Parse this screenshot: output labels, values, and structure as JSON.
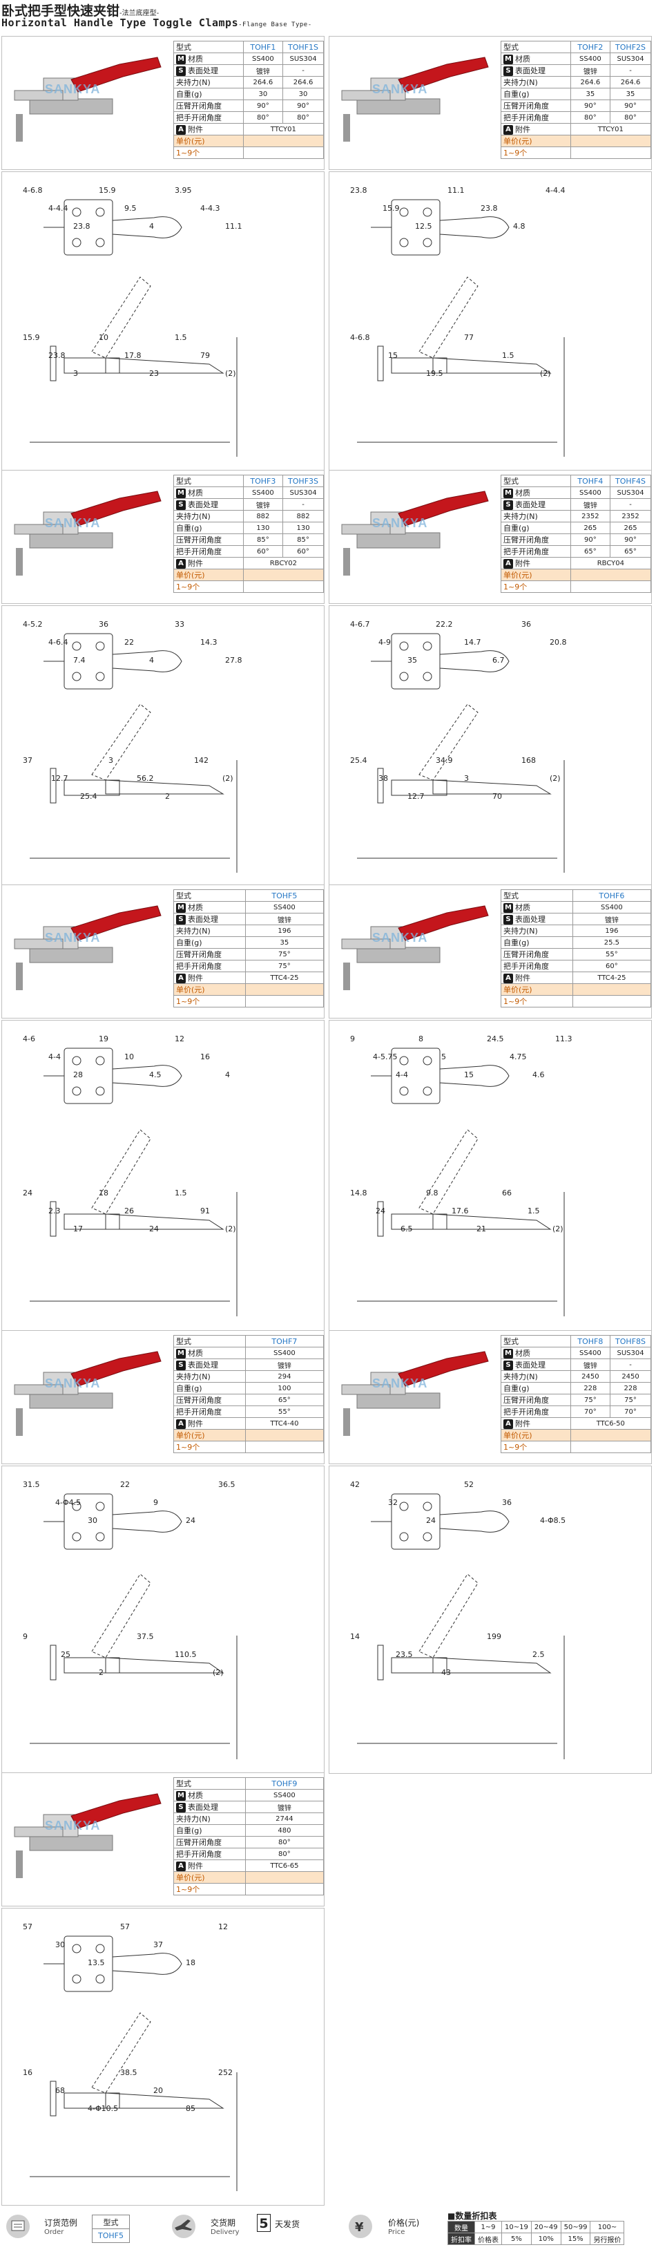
{
  "header": {
    "title_cn": "卧式把手型快速夹钳",
    "title_cn_sub": "-法兰底座型-",
    "title_en": "Horizontal Handle Type Toggle Clamps",
    "title_en_sub": "-Flange Base Type-"
  },
  "brand_watermark": "SANKYA",
  "spec_labels": {
    "type": "型式",
    "material": "材质",
    "surface": "表面处理",
    "force": "夹持力(N)",
    "weight": "自重(g)",
    "arm_angle": "压臂开闭角度",
    "handle_angle": "把手开闭角度",
    "accessory": "附件",
    "price": "单价(元)",
    "qty": "1~9个"
  },
  "badges": {
    "material": "M",
    "surface": "S",
    "accessory": "A"
  },
  "products": [
    {
      "id": "p1",
      "types": [
        "TOHF1",
        "TOHF1S"
      ],
      "material": [
        "SS400",
        "SUS304"
      ],
      "surface": [
        "镀锌",
        "-"
      ],
      "force": [
        "264.6",
        "264.6"
      ],
      "weight": [
        "30",
        "30"
      ],
      "arm_angle": [
        "90°",
        "90°"
      ],
      "handle_angle": [
        "80°",
        "80°"
      ],
      "accessory": "TTCY01",
      "dims": [
        "4-6.8",
        "4-4.4",
        "23.8",
        "15.9",
        "9.5",
        "4",
        "3.95",
        "4-4.3",
        "11.1",
        "15.9",
        "23.8",
        "3",
        "10",
        "17.8",
        "23",
        "1.5",
        "79",
        "(2)"
      ]
    },
    {
      "id": "p2",
      "types": [
        "TOHF2",
        "TOHF2S"
      ],
      "material": [
        "SS400",
        "SUS304"
      ],
      "surface": [
        "镀锌",
        "-"
      ],
      "force": [
        "264.6",
        "264.6"
      ],
      "weight": [
        "35",
        "35"
      ],
      "arm_angle": [
        "90°",
        "90°"
      ],
      "handle_angle": [
        "80°",
        "80°"
      ],
      "accessory": "TTCY01",
      "dims": [
        "23.8",
        "15.9",
        "12.5",
        "11.1",
        "23.8",
        "4.8",
        "4-4.4",
        "4-6.8",
        "15",
        "19.5",
        "77",
        "1.5",
        "(2)"
      ]
    },
    {
      "id": "p3",
      "types": [
        "TOHF3",
        "TOHF3S"
      ],
      "material": [
        "SS400",
        "SUS304"
      ],
      "surface": [
        "镀锌",
        "-"
      ],
      "force": [
        "882",
        "882"
      ],
      "weight": [
        "130",
        "130"
      ],
      "arm_angle": [
        "85°",
        "85°"
      ],
      "handle_angle": [
        "60°",
        "60°"
      ],
      "accessory": "RBCY02",
      "dims": [
        "4-5.2",
        "4-6.4",
        "7.4",
        "36",
        "22",
        "4",
        "33",
        "14.3",
        "27.8",
        "37",
        "12.7",
        "25.4",
        "3",
        "56.2",
        "2",
        "142",
        "(2)"
      ]
    },
    {
      "id": "p4",
      "types": [
        "TOHF4",
        "TOHF4S"
      ],
      "material": [
        "SS400",
        "SUS304"
      ],
      "surface": [
        "镀锌",
        "-"
      ],
      "force": [
        "2352",
        "2352"
      ],
      "weight": [
        "265",
        "265"
      ],
      "arm_angle": [
        "90°",
        "90°"
      ],
      "handle_angle": [
        "65°",
        "65°"
      ],
      "accessory": "RBCY04",
      "dims": [
        "4-6.7",
        "4-9",
        "35",
        "22.2",
        "14.7",
        "6.7",
        "36",
        "20.8",
        "25.4",
        "38",
        "12.7",
        "34.9",
        "3",
        "70",
        "168",
        "(2)"
      ]
    },
    {
      "id": "p5",
      "types": [
        "TOHF5"
      ],
      "material": [
        "SS400"
      ],
      "surface": [
        "镀锌"
      ],
      "force": [
        "196"
      ],
      "weight": [
        "35"
      ],
      "arm_angle": [
        "75°"
      ],
      "handle_angle": [
        "75°"
      ],
      "accessory": "TTC4-25",
      "dims": [
        "4-6",
        "4-4",
        "28",
        "19",
        "10",
        "4.5",
        "12",
        "16",
        "4",
        "24",
        "2.3",
        "17",
        "18",
        "26",
        "24",
        "1.5",
        "91",
        "(2)"
      ]
    },
    {
      "id": "p6",
      "types": [
        "TOHF6"
      ],
      "material": [
        "SS400"
      ],
      "surface": [
        "镀锌"
      ],
      "force": [
        "196"
      ],
      "weight": [
        "25.5"
      ],
      "arm_angle": [
        "55°"
      ],
      "handle_angle": [
        "60°"
      ],
      "accessory": "TTC4-25",
      "dims": [
        "9",
        "4-5.75",
        "4-4",
        "8",
        "5",
        "15",
        "24.5",
        "4.75",
        "4.6",
        "11.3",
        "14.8",
        "24",
        "6.5",
        "9.8",
        "17.6",
        "21",
        "66",
        "1.5",
        "(2)"
      ]
    },
    {
      "id": "p7",
      "types": [
        "TOHF7"
      ],
      "material": [
        "SS400"
      ],
      "surface": [
        "镀锌"
      ],
      "force": [
        "294"
      ],
      "weight": [
        "100"
      ],
      "arm_angle": [
        "65°"
      ],
      "handle_angle": [
        "55°"
      ],
      "accessory": "TTC4-40",
      "dims": [
        "31.5",
        "4-Φ4.5",
        "30",
        "22",
        "9",
        "24",
        "36.5",
        "9",
        "25",
        "2",
        "37.5",
        "110.5",
        "(2)"
      ]
    },
    {
      "id": "p8",
      "types": [
        "TOHF8",
        "TOHF8S"
      ],
      "material": [
        "SS400",
        "SUS304"
      ],
      "surface": [
        "镀锌",
        "-"
      ],
      "force": [
        "2450",
        "2450"
      ],
      "weight": [
        "228",
        "228"
      ],
      "arm_angle": [
        "75°",
        "75°"
      ],
      "handle_angle": [
        "70°",
        "70°"
      ],
      "accessory": "TTC6-50",
      "dims": [
        "42",
        "32",
        "24",
        "52",
        "36",
        "4-Φ8.5",
        "14",
        "23.5",
        "43",
        "199",
        "2.5"
      ]
    },
    {
      "id": "p9",
      "types": [
        "TOHF9"
      ],
      "material": [
        "SS400"
      ],
      "surface": [
        "镀锌"
      ],
      "force": [
        "2744"
      ],
      "weight": [
        "480"
      ],
      "arm_angle": [
        "80°"
      ],
      "handle_angle": [
        "80°"
      ],
      "accessory": "TTC6-65",
      "dims": [
        "57",
        "30",
        "13.5",
        "57",
        "37",
        "18",
        "12",
        "16",
        "68",
        "4-Φ10.5",
        "38.5",
        "20",
        "85",
        "252"
      ]
    }
  ],
  "footer": {
    "order_cn": "订货范例",
    "order_en": "Order",
    "order_type_label": "型式",
    "order_type_value": "TOHF5",
    "delivery_cn": "交货期",
    "delivery_en": "Delivery",
    "delivery_days": "5",
    "delivery_unit": "天发货",
    "price_cn": "价格(元)",
    "price_en": "Price",
    "discount_title": "■数量折扣表",
    "discount_headers": [
      "数量",
      "1~9",
      "10~19",
      "20~49",
      "50~99",
      "100~"
    ],
    "discount_values": [
      "折扣率",
      "价格表",
      "5%",
      "10%",
      "15%",
      "另行报价"
    ]
  },
  "colors": {
    "accent": "#2577c5",
    "handle_red": "#c4161c",
    "price_bg": "#fce3c6"
  }
}
